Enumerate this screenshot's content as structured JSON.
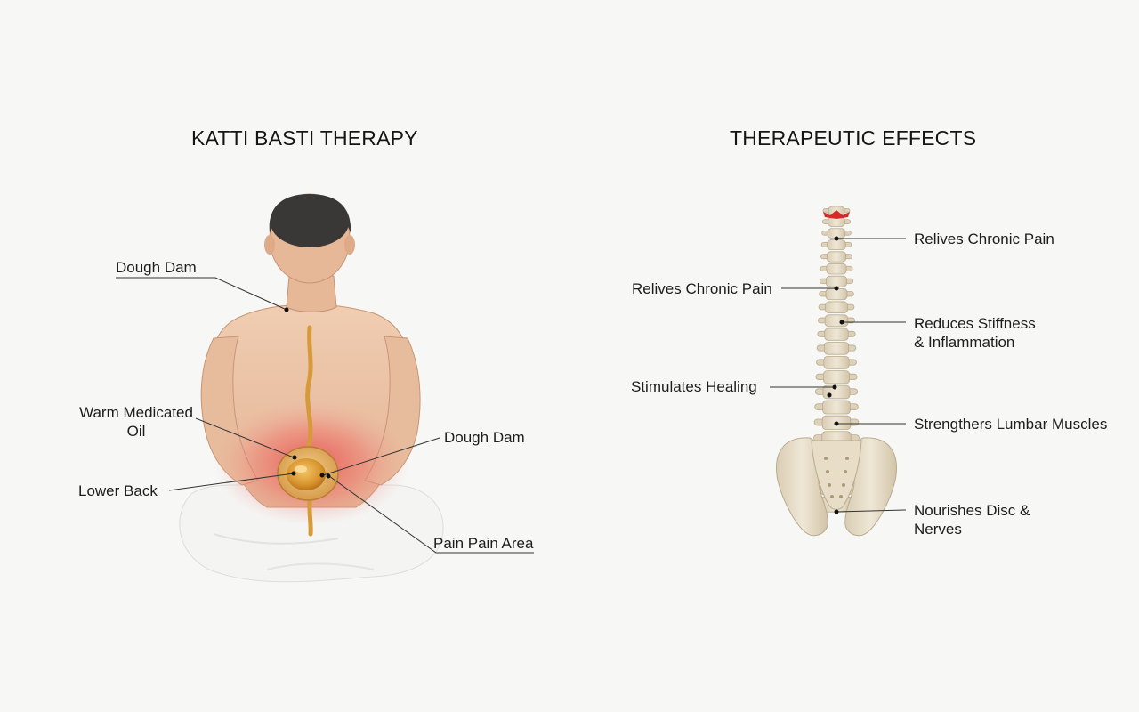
{
  "left_panel": {
    "title": "KATTI BASTI THERAPY",
    "labels": {
      "dough_dam_top": "Dough Dam",
      "warm_oil_line1": "Warm Medicated",
      "warm_oil_line2": "Oil",
      "dough_dam_right": "Dough Dam",
      "lower_back": "Lower Back",
      "pain_area": "Pain Pain Area"
    }
  },
  "right_panel": {
    "title": "THERAPEUTIC EFFECTS",
    "labels": {
      "relieves_right": "Relives Chronic Pain",
      "relieves_left": "Relives Chronic Pain",
      "stiffness_line1": "Reduces Stiffness",
      "stiffness_line2": "& Inflammation",
      "healing": "Stimulates Healing",
      "lumbar": "Strengthers Lumbar Muscles",
      "nourish_line1": "Nourishes Disc &",
      "nourish_line2": "Nerves"
    }
  },
  "colors": {
    "skin": "#ecc6a8",
    "hair": "#3a3836",
    "oil": "#d69a38",
    "pain_glow": "#e8484a",
    "bone": "#e6dcc8",
    "inflamed_vertebra": "#d62a2a",
    "leader_line": "#333333"
  }
}
